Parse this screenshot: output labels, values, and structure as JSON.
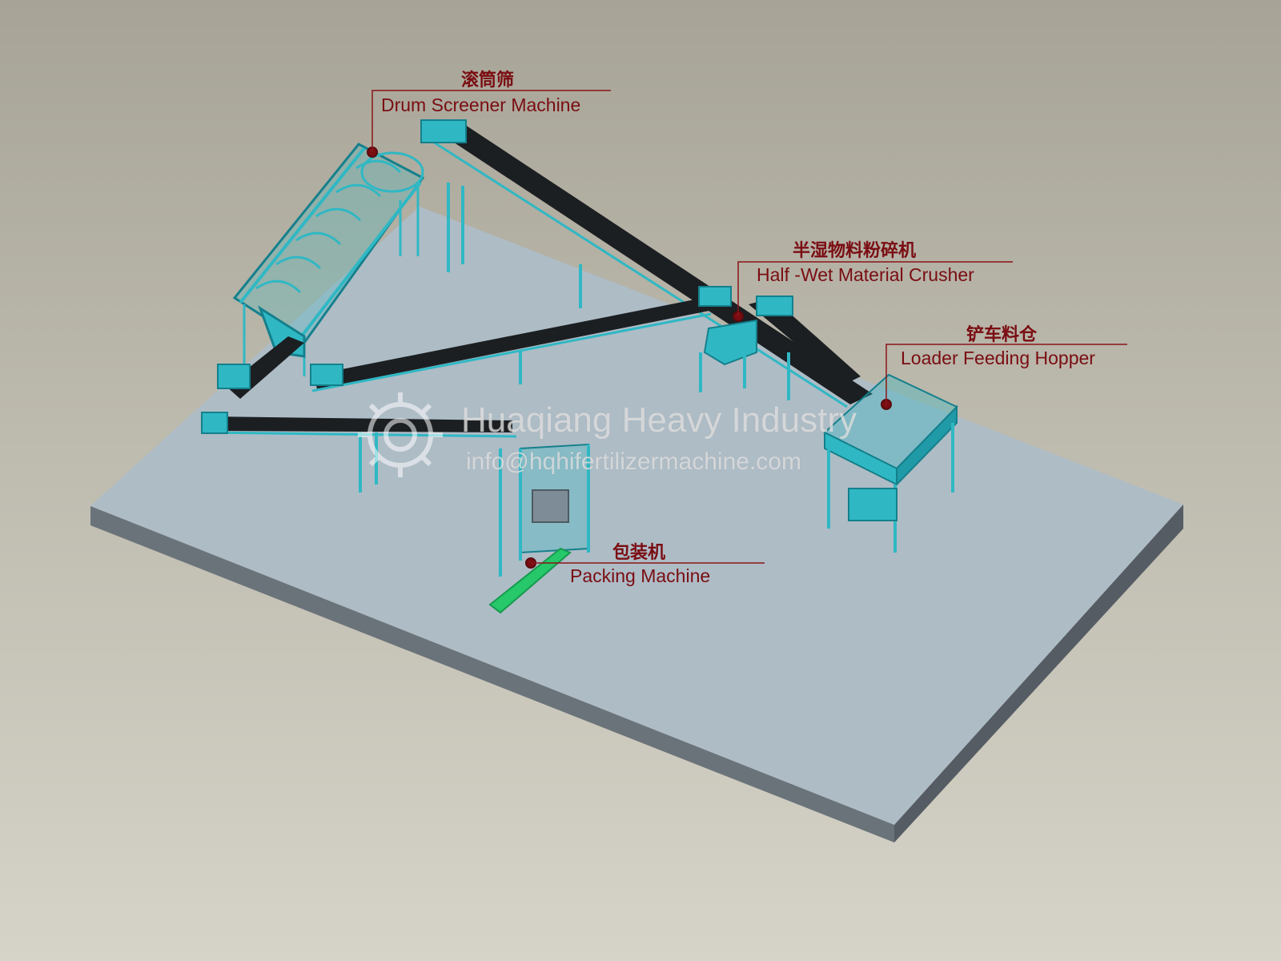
{
  "labels": {
    "drum": {
      "zh": "滚筒筛",
      "en": "Drum Screener Machine"
    },
    "crusher": {
      "zh": "半湿物料粉碎机",
      "en": "Half -Wet Material Crusher"
    },
    "hopper": {
      "zh": "铲车料仓",
      "en": "Loader Feeding Hopper"
    },
    "packing": {
      "zh": "包装机",
      "en": "Packing Machine"
    }
  },
  "watermark": {
    "company": "Huaqiang Heavy Industry",
    "email": "info@hqhifertilizermachine.com",
    "logo_icon": "gear-logo-icon"
  },
  "colors": {
    "machine": "#2fb8c4",
    "machine_dark": "#14808c",
    "belt": "#1b1f22",
    "platform_top": "#aebcc6",
    "platform_side": "#5f676e",
    "label": "#7a0d12",
    "packing_base": "#26c86a"
  }
}
